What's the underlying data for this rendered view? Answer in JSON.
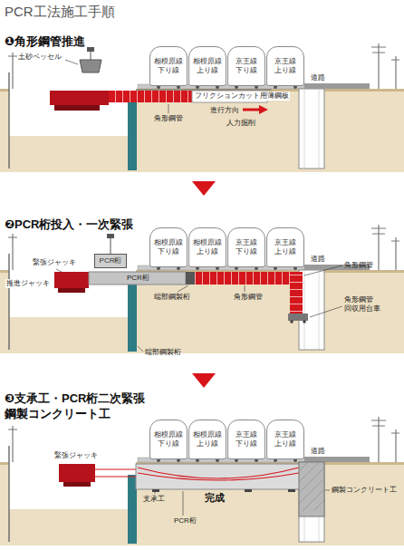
{
  "diagram": {
    "title": "PCR工法施工手順",
    "nodes": [
      {
        "text": [
          "相模原線 下り線"
        ]
      },
      {
        "text": [
          "相模原線 上り線"
        ]
      },
      {
        "text": [
          "京王線 下り線"
        ]
      },
      {
        "text": [
          "京王線 上り線"
        ]
      },
      {
        "text": [
          "相模原線 下り線"
        ]
      },
      {
        "text": [
          "相模原線 上り線"
        ]
      },
      {
        "text": [
          "京王線 下り線"
        ]
      },
      {
        "text": [
          "京王線 上り線"
        ]
      },
      {
        "text": [
          "PCR桁"
        ]
      },
      {
        "text": [
          "相模原線 下り線"
        ]
      },
      {
        "text": [
          "相模原線 上り線"
        ]
      },
      {
        "text": [
          "京王線 下り線"
        ]
      },
      {
        "text": [
          "京王線 上り線"
        ]
      }
    ],
    "labels": [
      "❶角形鋼管推進",
      "土砂ベッセル",
      "道路",
      "フリクションカット用薄鋼板",
      "進行方向",
      "角形鋼管",
      "人力掘削",
      "❷PCR桁投入・一次緊張",
      "緊張ジャッキ",
      "推進ジャッキ",
      "PCR桁",
      "道路",
      "角形鋼管",
      "端部鋼製桁",
      "角形鋼管",
      "角形鋼管 回収用台車",
      "端部鋼製桁",
      "❸支承工・PCR桁二次緊張 鋼製コンクリート工",
      "緊張ジャッキ",
      "道路",
      "支承工",
      "完成",
      "鋼製コンクリート工",
      "PCR桁"
    ]
  }
}
